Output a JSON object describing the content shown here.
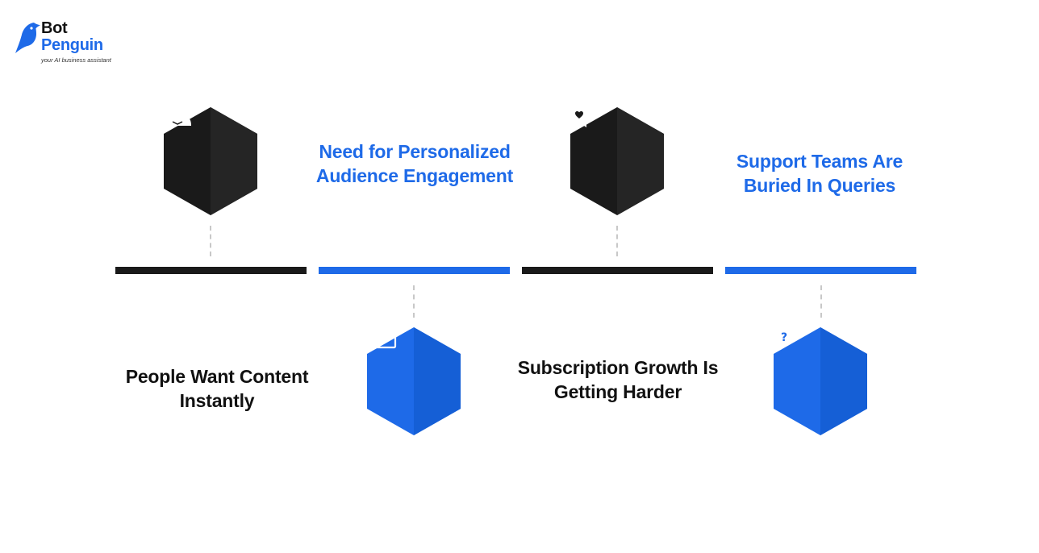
{
  "brand": {
    "name_line1": "Bot",
    "name_line2": "Penguin",
    "tagline": "your AI business assistant",
    "accent_color": "#1e6ae8",
    "logo_icon": "penguin-logo-icon"
  },
  "colors": {
    "dark": "#1a1a1a",
    "blue": "#1e6ae8",
    "connector": "#c8c8c8"
  },
  "timeline": [
    {
      "label": "People Want Content Instantly",
      "label_lines": [
        "People Want Content",
        "Instantly"
      ],
      "segment_color": "dark",
      "hex_color": "dark",
      "icon": "group-users-icon",
      "position": "top"
    },
    {
      "label": "Need for Personalized Audience Engagement",
      "label_lines": [
        "Need for Personalized",
        "Audience Engagement"
      ],
      "segment_color": "blue",
      "hex_color": "blue",
      "icon": "profile-card-icon",
      "position": "bottom"
    },
    {
      "label": "Subscription Growth Is Getting Harder",
      "label_lines": [
        "Subscription Growth Is",
        "Getting Harder"
      ],
      "segment_color": "dark",
      "hex_color": "dark",
      "icon": "bookmark-heart-icon",
      "position": "top"
    },
    {
      "label": "Support Teams Are Buried In Queries",
      "label_lines": [
        "Support Teams Are",
        "Buried In Queries"
      ],
      "segment_color": "blue",
      "hex_color": "blue",
      "icon": "question-bubble-icon",
      "position": "bottom"
    }
  ]
}
